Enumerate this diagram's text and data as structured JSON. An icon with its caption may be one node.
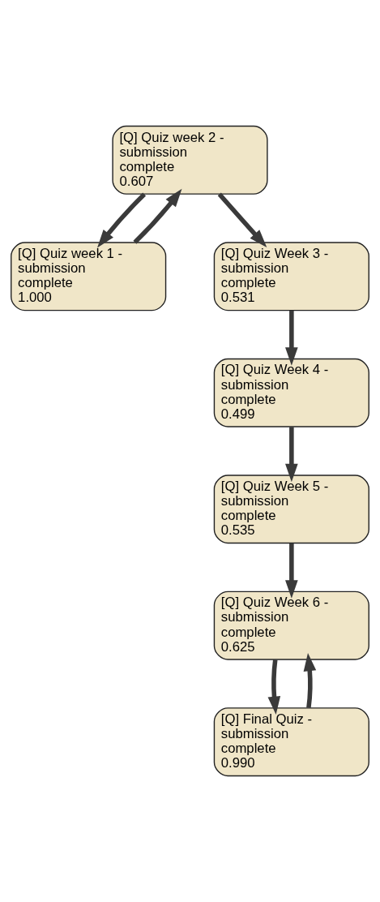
{
  "diagram": {
    "nodes": [
      {
        "text": [
          "[Q] Quiz week 2 - submission complete",
          "0.607"
        ]
      },
      {
        "text": [
          "[Q] Quiz week 1 - submission complete",
          "1.000"
        ]
      },
      {
        "text": [
          "[Q] Quiz Week 3 - submission complete",
          "0.531"
        ]
      },
      {
        "text": [
          "[Q] Quiz Week 4 - submission complete",
          "0.499"
        ]
      },
      {
        "text": [
          "[Q] Quiz Week 5 - submission complete",
          "0.535"
        ]
      },
      {
        "text": [
          "[Q] Quiz Week 6 - submission complete",
          "0.625"
        ]
      },
      {
        "text": [
          "[Q] Final Quiz - submission complete",
          "0.990"
        ]
      }
    ],
    "edges": [
      {
        "from": 1,
        "to": 0,
        "arrow": "to"
      },
      {
        "from": 0,
        "to": 1,
        "arrow": "to"
      },
      {
        "from": 0,
        "to": 2,
        "arrow": "to"
      },
      {
        "from": 2,
        "to": 3,
        "arrow": "to"
      },
      {
        "from": 3,
        "to": 4,
        "arrow": "to"
      },
      {
        "from": 4,
        "to": 5,
        "arrow": "to"
      },
      {
        "from": 5,
        "to": 6,
        "arrow": "to"
      },
      {
        "from": 6,
        "to": 5,
        "arrow": "to"
      }
    ]
  }
}
